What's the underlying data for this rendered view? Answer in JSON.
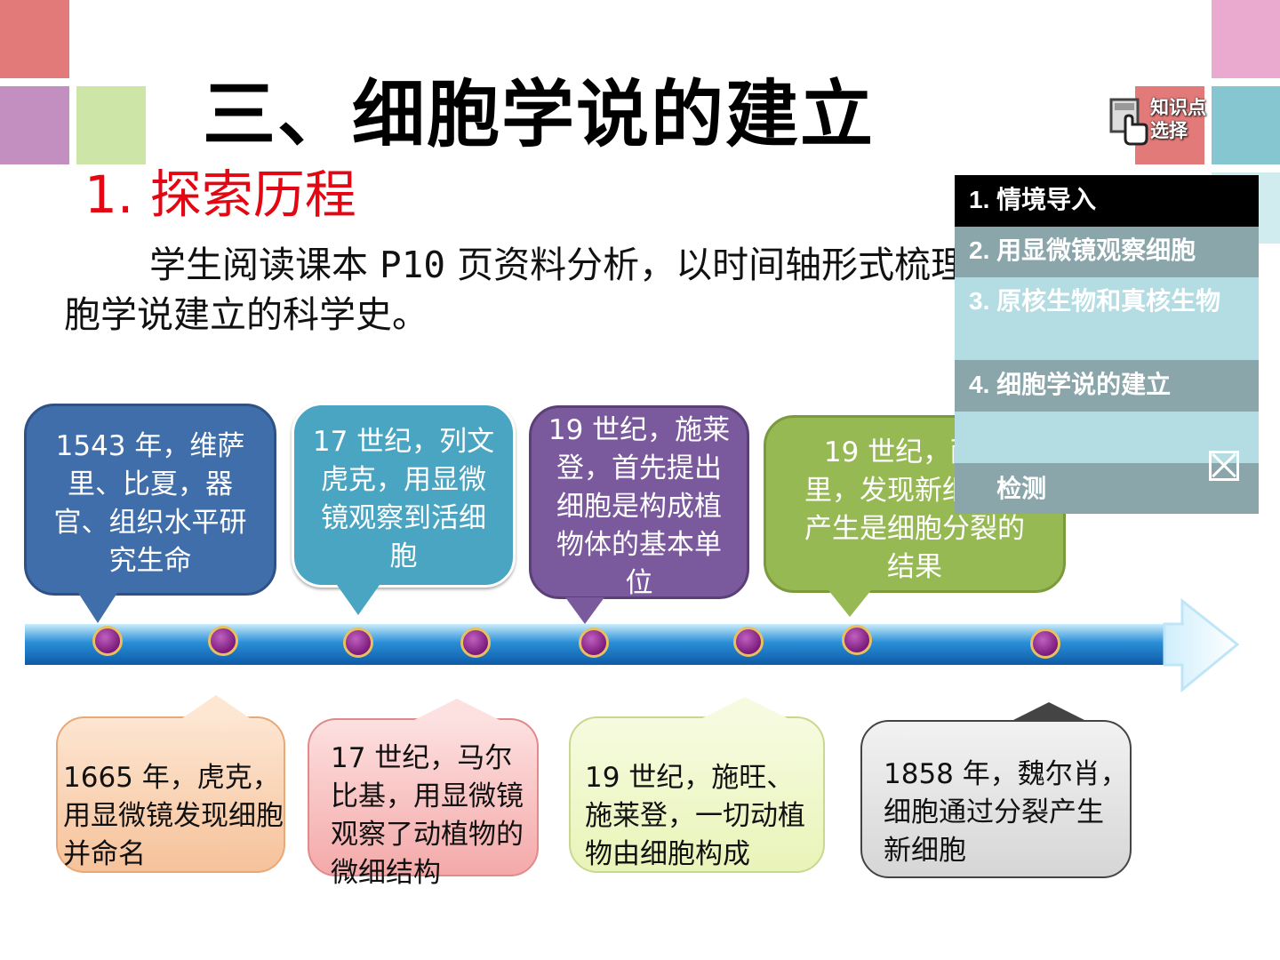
{
  "colors": {
    "accent_red": "#e30613",
    "tile_pink_dark": "#e37a7a",
    "tile_purple": "#c38fc0",
    "tile_green": "#cde6a8",
    "tile_pink_light": "#eaa9cf",
    "tile_teal": "#86c6d0",
    "tile_lightteal": "#d0ecef"
  },
  "slide": {
    "title": "三、细胞学说的建立",
    "subtitle": "1. 探索历程",
    "intro_a": "学生阅读课本",
    "intro_code": "P10",
    "intro_b": "页资料分析，以时间轴形式梳理细胞学说建立的科学史。"
  },
  "kp_button": {
    "line1": "知识点",
    "line2": "选择",
    "icon": "hand-pointer-icon"
  },
  "menu": {
    "items": [
      "1. 情境导入",
      "2. 用显微镜观察细胞",
      "3. 原核生物和真核生物",
      "4. 细胞学说的建立",
      "",
      "    检测"
    ],
    "close_icon": "close-box-icon"
  },
  "timeline": {
    "upper": [
      {
        "text": "1543 年，维萨里、比夏，器官、组织水平研究生命",
        "color": "#3f6eab"
      },
      {
        "text": "17 世纪，列文虎克，用显微镜观察到活细胞",
        "color": "#4aa5c2"
      },
      {
        "text": "19 世纪，施莱登，首先提出细胞是构成植物体的基本单位",
        "color": "#7a5a9c"
      },
      {
        "text": "19 世纪，耐格里，发现新细胞的产生是细胞分裂的结果",
        "color": "#97b954"
      }
    ],
    "lower": [
      {
        "text": "1665 年，虎克，用显微镜发现细胞并命名",
        "color": "#f6c29a"
      },
      {
        "text": "17 世纪，马尔比基，用显微镜观察了动植物的微细结构",
        "color": "#f4a9a9"
      },
      {
        "text": "19 世纪，施旺、施莱登，一切动植物由细胞构成",
        "color": "#e9f4b8"
      },
      {
        "text": "1858 年，魏尔肖，细胞通过分裂产生新细胞",
        "color": "#d6d6d6"
      }
    ]
  }
}
